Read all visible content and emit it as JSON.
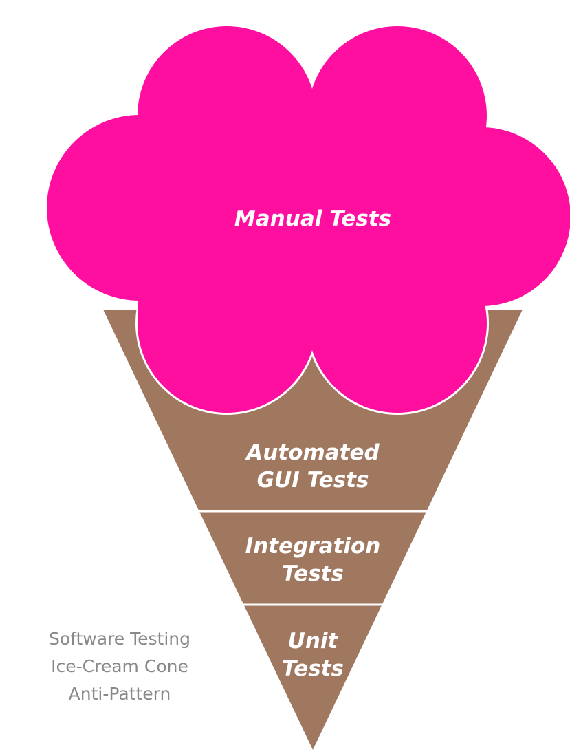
{
  "colors": {
    "cream": "#ff0fa0",
    "cone": "#a07860",
    "divider": "#ffffff",
    "label_text": "#ffffff",
    "caption_text": "#888888",
    "background": "#ffffff"
  },
  "layers": {
    "manual": {
      "label": "Manual Tests"
    },
    "automated_gui": {
      "line1": "Automated",
      "line2": "GUI Tests"
    },
    "integration": {
      "line1": "Integration",
      "line2": "Tests"
    },
    "unit": {
      "line1": "Unit",
      "line2": "Tests"
    }
  },
  "caption": {
    "line1": "Software Testing",
    "line2": "Ice-Cream Cone",
    "line3": "Anti-Pattern"
  }
}
